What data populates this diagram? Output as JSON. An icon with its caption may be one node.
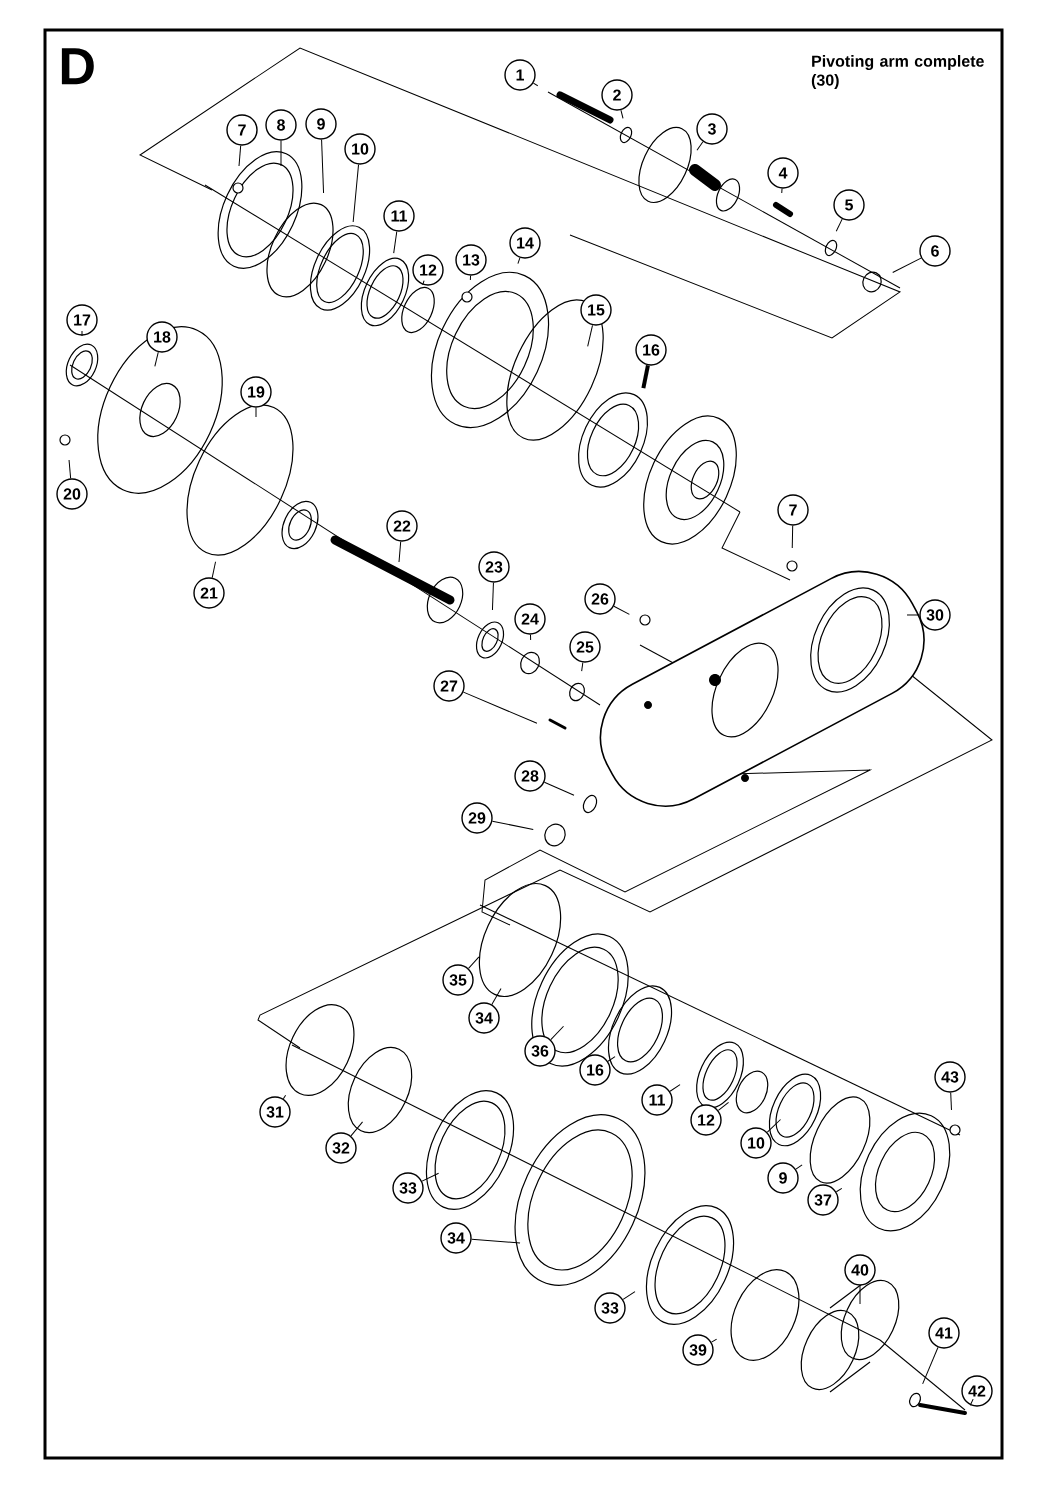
{
  "diagram": {
    "title": "Pivoting arm complete (30)",
    "nodes": [
      {
        "text": [
          "1"
        ]
      },
      {
        "text": [
          "2"
        ]
      },
      {
        "text": [
          "3"
        ]
      },
      {
        "text": [
          "4"
        ]
      },
      {
        "text": [
          "5"
        ]
      },
      {
        "text": [
          "6"
        ]
      },
      {
        "text": [
          "7"
        ]
      },
      {
        "text": [
          "8"
        ]
      },
      {
        "text": [
          "9"
        ]
      },
      {
        "text": [
          "10"
        ]
      },
      {
        "text": [
          "11"
        ]
      },
      {
        "text": [
          "12"
        ]
      },
      {
        "text": [
          "13"
        ]
      },
      {
        "text": [
          "14"
        ]
      },
      {
        "text": [
          "15"
        ]
      },
      {
        "text": [
          "16"
        ]
      },
      {
        "text": [
          "17"
        ]
      },
      {
        "text": [
          "18"
        ]
      },
      {
        "text": [
          "19"
        ]
      },
      {
        "text": [
          "20"
        ]
      },
      {
        "text": [
          "21"
        ]
      },
      {
        "text": [
          "22"
        ]
      },
      {
        "text": [
          "23"
        ]
      },
      {
        "text": [
          "24"
        ]
      },
      {
        "text": [
          "25"
        ]
      },
      {
        "text": [
          "26"
        ]
      },
      {
        "text": [
          "7"
        ]
      },
      {
        "text": [
          "27"
        ]
      },
      {
        "text": [
          "30"
        ]
      },
      {
        "text": [
          "28"
        ]
      },
      {
        "text": [
          "29"
        ]
      },
      {
        "text": [
          "35"
        ]
      },
      {
        "text": [
          "34"
        ]
      },
      {
        "text": [
          "36"
        ]
      },
      {
        "text": [
          "16"
        ]
      },
      {
        "text": [
          "11"
        ]
      },
      {
        "text": [
          "12"
        ]
      },
      {
        "text": [
          "10"
        ]
      },
      {
        "text": [
          "9"
        ]
      },
      {
        "text": [
          "43"
        ]
      },
      {
        "text": [
          "37"
        ]
      },
      {
        "text": [
          "31"
        ]
      },
      {
        "text": [
          "32"
        ]
      },
      {
        "text": [
          "33"
        ]
      },
      {
        "text": [
          "34"
        ]
      },
      {
        "text": [
          "33"
        ]
      },
      {
        "text": [
          "39"
        ]
      },
      {
        "text": [
          "40"
        ]
      },
      {
        "text": [
          "41"
        ]
      },
      {
        "text": [
          "42"
        ]
      }
    ],
    "edges": [
      {
        "from": 0,
        "to": null,
        "arrow": "none",
        "style": "dashed"
      },
      {
        "from": 1,
        "to": null,
        "arrow": "none"
      },
      {
        "from": 2,
        "to": null,
        "arrow": "none"
      },
      {
        "from": 3,
        "to": null,
        "arrow": "none"
      },
      {
        "from": 4,
        "to": null,
        "arrow": "none"
      },
      {
        "from": 5,
        "to": null,
        "arrow": "none"
      },
      {
        "from": 6,
        "to": null,
        "arrow": "none"
      },
      {
        "from": 7,
        "to": null,
        "arrow": "none"
      },
      {
        "from": 8,
        "to": null,
        "arrow": "none"
      },
      {
        "from": 9,
        "to": null,
        "arrow": "none"
      },
      {
        "from": 10,
        "to": null,
        "arrow": "none"
      },
      {
        "from": 11,
        "to": null,
        "arrow": "none"
      },
      {
        "from": 12,
        "to": null,
        "arrow": "none"
      },
      {
        "from": 13,
        "to": null,
        "arrow": "none"
      },
      {
        "from": 14,
        "to": null,
        "arrow": "none"
      },
      {
        "from": 15,
        "to": null,
        "arrow": "none",
        "style": "thick"
      },
      {
        "from": 16,
        "to": null,
        "arrow": "none"
      },
      {
        "from": 17,
        "to": null,
        "arrow": "none"
      },
      {
        "from": 18,
        "to": null,
        "arrow": "none"
      },
      {
        "from": 19,
        "to": null,
        "arrow": "none"
      },
      {
        "from": 20,
        "to": null,
        "arrow": "none"
      },
      {
        "from": 21,
        "to": null,
        "arrow": "none"
      },
      {
        "from": 22,
        "to": null,
        "arrow": "none"
      },
      {
        "from": 23,
        "to": null,
        "arrow": "none"
      },
      {
        "from": 24,
        "to": null,
        "arrow": "none"
      },
      {
        "from": 25,
        "to": null,
        "arrow": "none"
      },
      {
        "from": 26,
        "to": null,
        "arrow": "none"
      },
      {
        "from": 27,
        "to": null,
        "arrow": "none"
      },
      {
        "from": 28,
        "to": null,
        "arrow": "none"
      },
      {
        "from": 29,
        "to": null,
        "arrow": "none"
      },
      {
        "from": 30,
        "to": null,
        "arrow": "none"
      },
      {
        "from": 31,
        "to": null,
        "arrow": "none"
      },
      {
        "from": 32,
        "to": null,
        "arrow": "none"
      },
      {
        "from": 33,
        "to": null,
        "arrow": "none"
      },
      {
        "from": 34,
        "to": null,
        "arrow": "none"
      },
      {
        "from": 35,
        "to": null,
        "arrow": "none"
      },
      {
        "from": 36,
        "to": null,
        "arrow": "none"
      },
      {
        "from": 37,
        "to": null,
        "arrow": "none"
      },
      {
        "from": 38,
        "to": null,
        "arrow": "none"
      },
      {
        "from": 39,
        "to": null,
        "arrow": "none"
      },
      {
        "from": 40,
        "to": null,
        "arrow": "none"
      },
      {
        "from": 41,
        "to": null,
        "arrow": "none"
      },
      {
        "from": 42,
        "to": null,
        "arrow": "none"
      },
      {
        "from": 43,
        "to": null,
        "arrow": "none"
      },
      {
        "from": 44,
        "to": null,
        "arrow": "none"
      },
      {
        "from": 45,
        "to": null,
        "arrow": "none"
      },
      {
        "from": 46,
        "to": null,
        "arrow": "none"
      },
      {
        "from": 47,
        "to": null,
        "arrow": "none"
      },
      {
        "from": 48,
        "to": null,
        "arrow": "none"
      },
      {
        "from": 49,
        "to": null,
        "arrow": "none"
      }
    ],
    "labels": [
      "D"
    ]
  }
}
